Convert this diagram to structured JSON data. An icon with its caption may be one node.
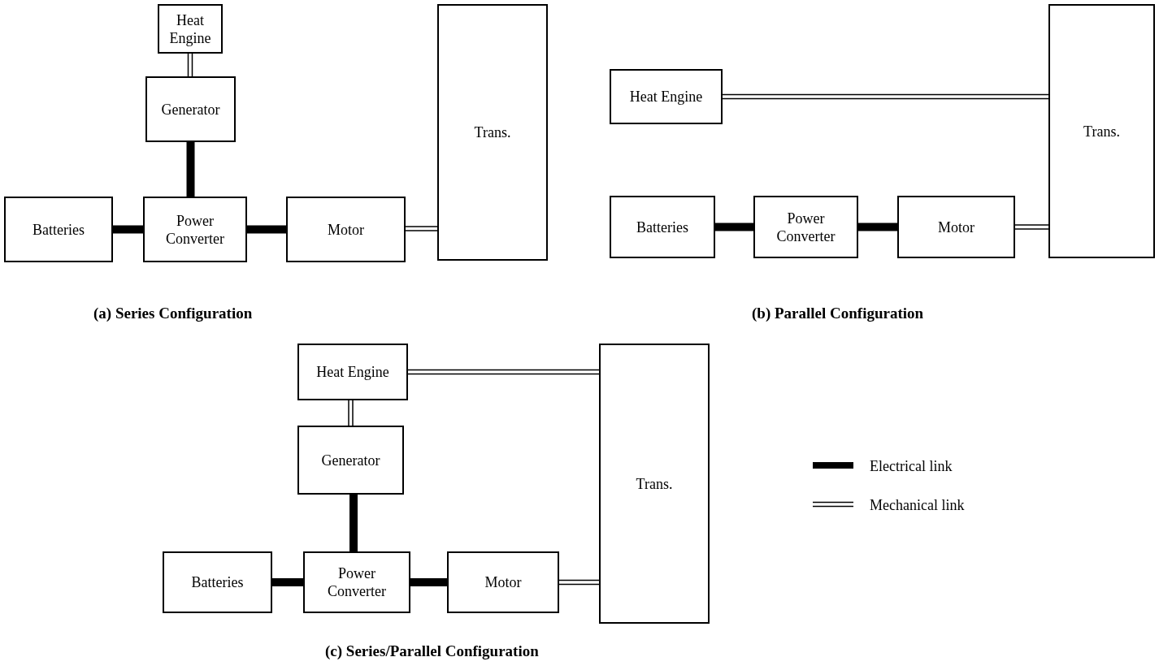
{
  "diagram": {
    "nodes": [
      {
        "text": [
          "Heat Engine"
        ]
      },
      {
        "text": [
          "Generator"
        ]
      },
      {
        "text": [
          "Trans."
        ]
      },
      {
        "text": [
          "Batteries"
        ]
      },
      {
        "text": [
          "Power Converter"
        ]
      },
      {
        "text": [
          "Motor"
        ]
      },
      {
        "text": [
          "Heat Engine"
        ]
      },
      {
        "text": [
          "Trans."
        ]
      },
      {
        "text": [
          "Batteries"
        ]
      },
      {
        "text": [
          "Power Converter"
        ]
      },
      {
        "text": [
          "Motor"
        ]
      },
      {
        "text": [
          "Heat Engine"
        ]
      },
      {
        "text": [
          "Trans."
        ]
      },
      {
        "text": [
          "Generator"
        ]
      },
      {
        "text": [
          "Batteries"
        ]
      },
      {
        "text": [
          "Power Converter"
        ]
      },
      {
        "text": [
          "Motor"
        ]
      }
    ],
    "edges": [
      {
        "from": 0,
        "to": 1,
        "arrow": "none"
      },
      {
        "from": 1,
        "to": 4,
        "arrow": "none"
      },
      {
        "from": 3,
        "to": 4,
        "arrow": "none"
      },
      {
        "from": 4,
        "to": 5,
        "arrow": "none"
      },
      {
        "from": 5,
        "to": 2,
        "arrow": "none"
      },
      {
        "from": 6,
        "to": 7,
        "arrow": "none"
      },
      {
        "from": 8,
        "to": 9,
        "arrow": "none"
      },
      {
        "from": 9,
        "to": 10,
        "arrow": "none"
      },
      {
        "from": 10,
        "to": 7,
        "arrow": "none"
      },
      {
        "from": 11,
        "to": 12,
        "arrow": "none"
      },
      {
        "from": 11,
        "to": 13,
        "arrow": "none"
      },
      {
        "from": 13,
        "to": 15,
        "arrow": "none"
      },
      {
        "from": 14,
        "to": 15,
        "arrow": "none"
      },
      {
        "from": 15,
        "to": 16,
        "arrow": "none"
      },
      {
        "from": 16,
        "to": 12,
        "arrow": "none"
      }
    ],
    "labels": [
      "(a) Series Configuration",
      "(b) Parallel Configuration",
      "(c) Series/Parallel Configuration"
    ],
    "legend": [
      {
        "text": "Electrical link"
      },
      {
        "text": "Mechanical link"
      }
    ]
  }
}
